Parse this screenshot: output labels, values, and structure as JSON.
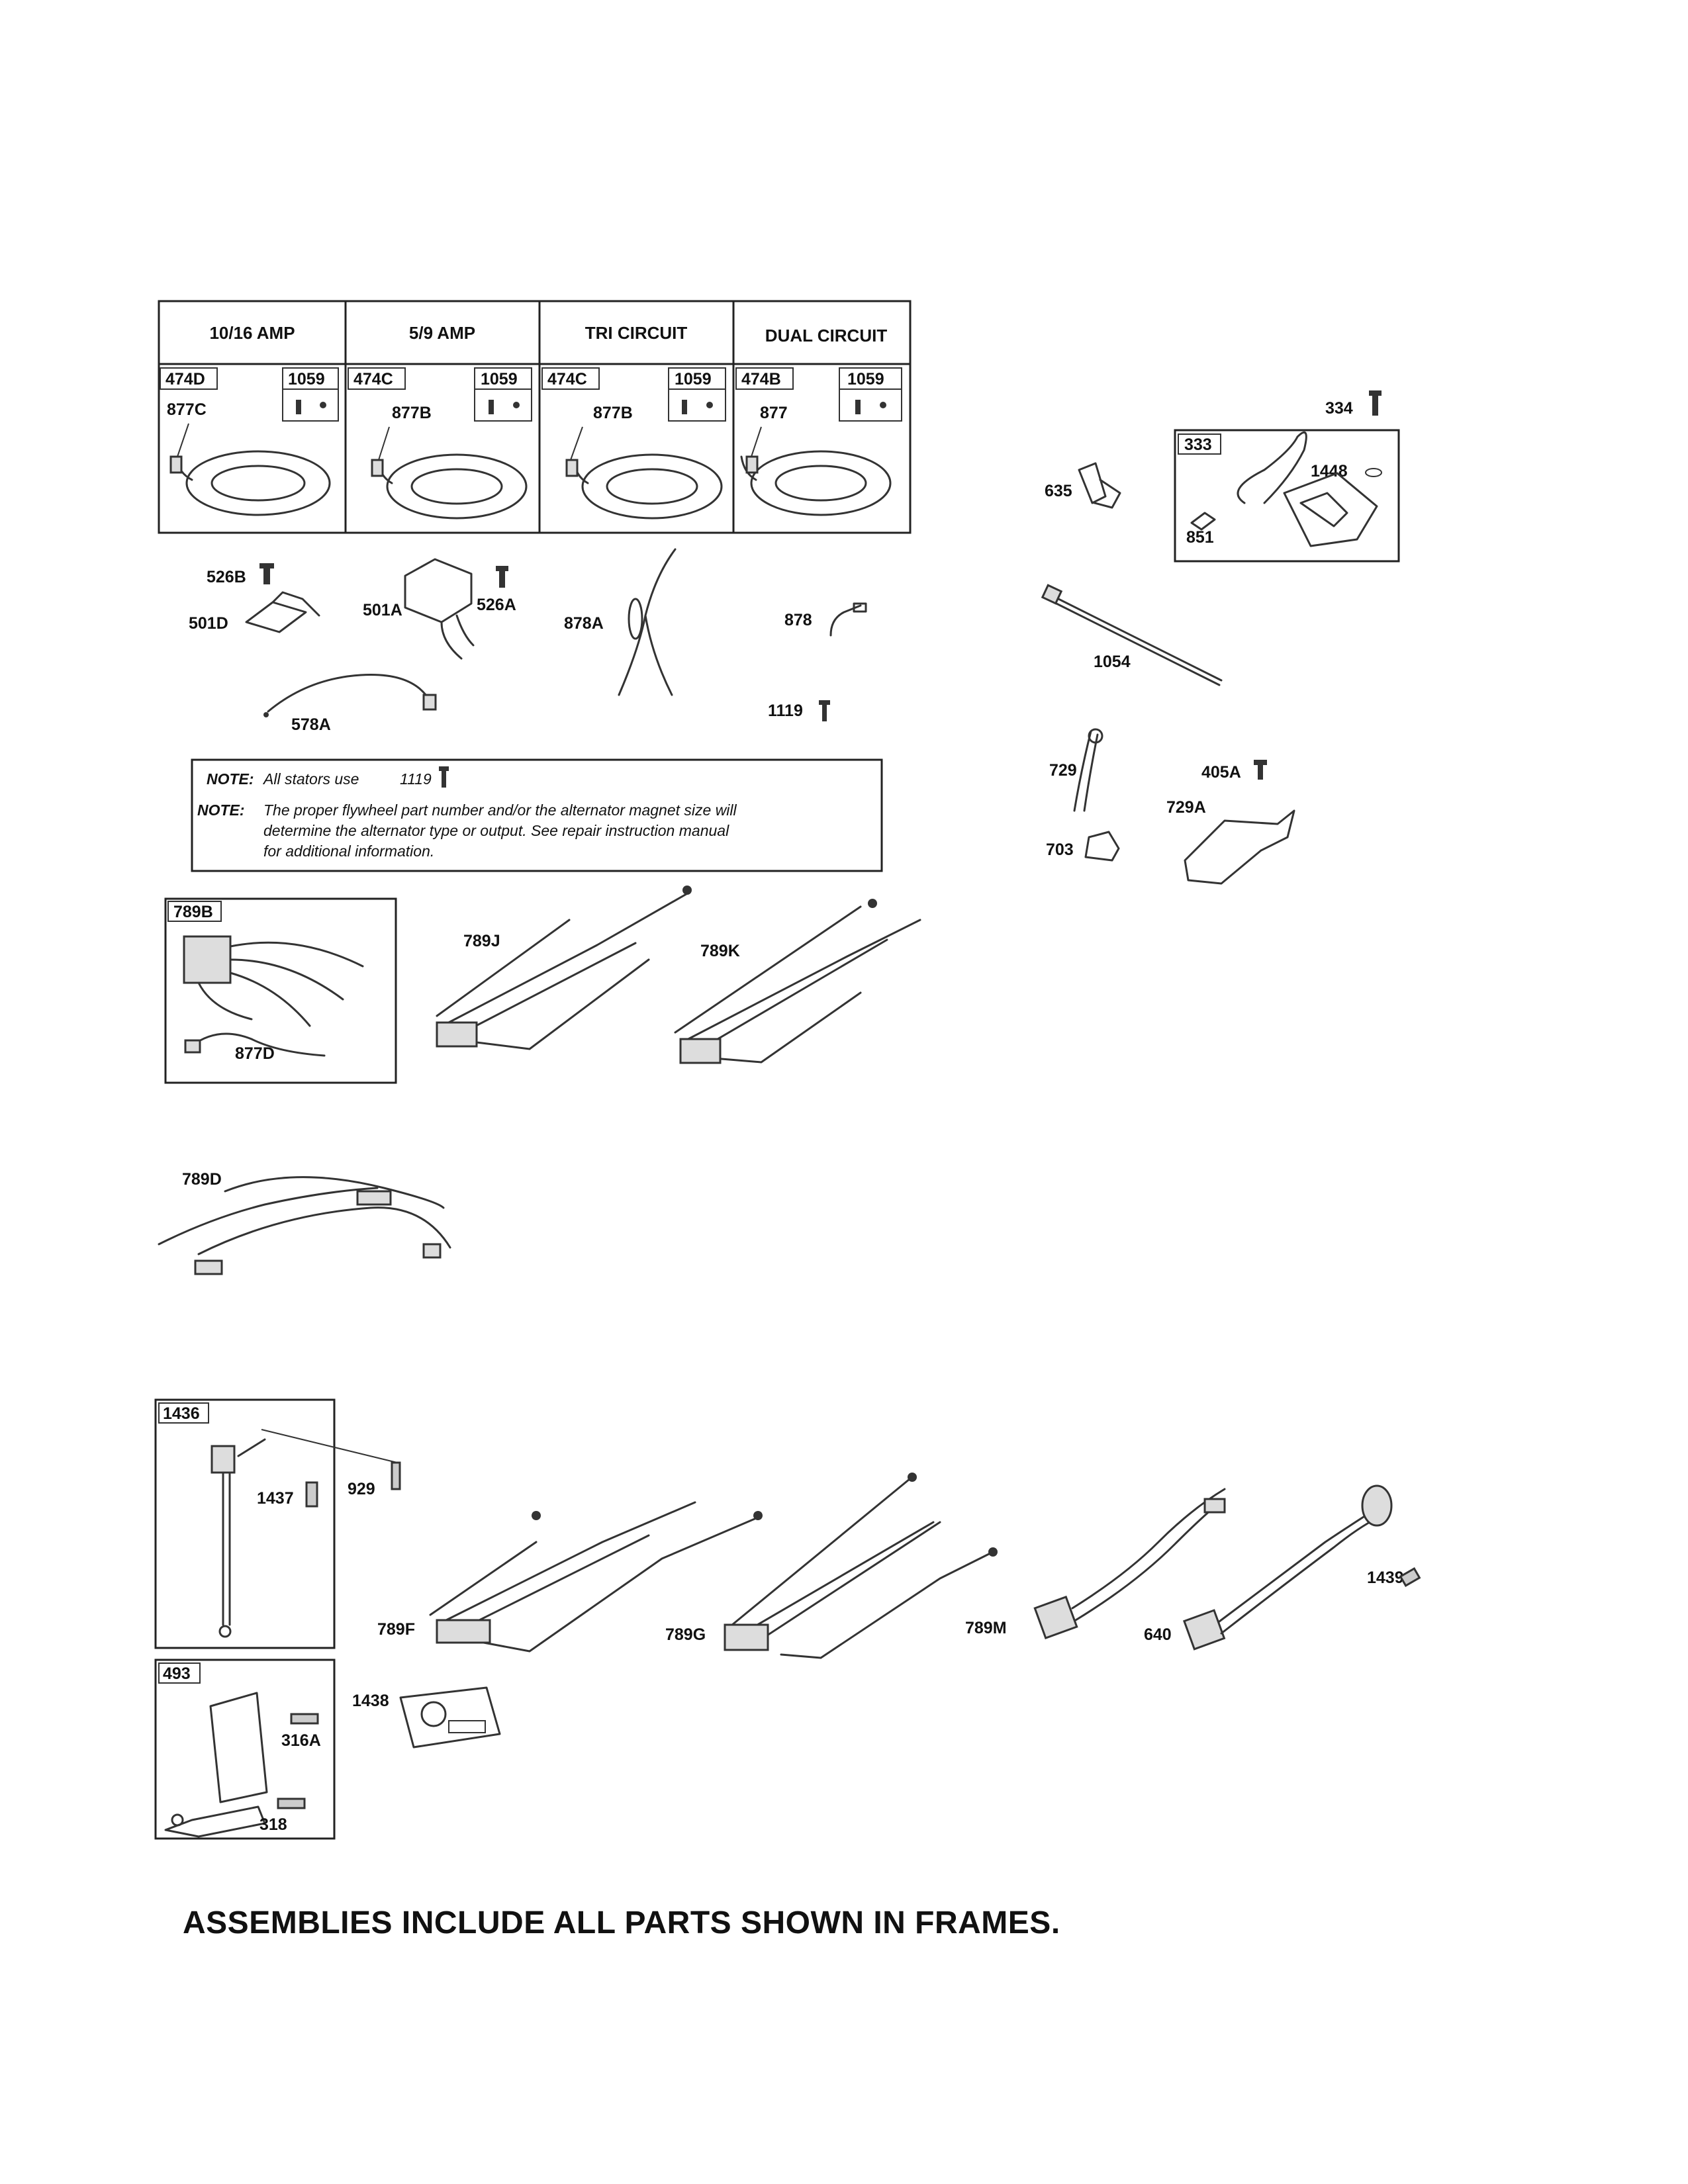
{
  "columns": [
    {
      "title": "10/16 AMP",
      "stator": "474D",
      "screws": "1059",
      "wire": "877C"
    },
    {
      "title": "5/9 AMP",
      "stator": "474C",
      "screws": "1059",
      "wire": "877B"
    },
    {
      "title": "TRI CIRCUIT",
      "stator": "474C",
      "screws": "1059",
      "wire": "877B"
    },
    {
      "title": "DUAL CIRCUIT",
      "stator": "474B",
      "screws": "1059",
      "wire": "877"
    }
  ],
  "labels": {
    "p334": "334",
    "p333": "333",
    "p1448": "1448",
    "p635": "635",
    "p851": "851",
    "p526B": "526B",
    "p501D": "501D",
    "p501A": "501A",
    "p526A": "526A",
    "p878A": "878A",
    "p878": "878",
    "p578A": "578A",
    "p1119": "1119",
    "p1054": "1054",
    "p729": "729",
    "p405A": "405A",
    "p729A": "729A",
    "p703": "703",
    "p789B": "789B",
    "p877D": "877D",
    "p789J": "789J",
    "p789K": "789K",
    "p789D": "789D",
    "p1436": "1436",
    "p1437": "1437",
    "p929": "929",
    "p493": "493",
    "p316A": "316A",
    "p318": "318",
    "p1438": "1438",
    "p789F": "789F",
    "p789G": "789G",
    "p789M": "789M",
    "p640": "640",
    "p1439": "1439"
  },
  "note": {
    "prefix1": "NOTE:",
    "line1": "All stators use",
    "line1_part": "1119",
    "prefix2": "NOTE:",
    "line2": "The proper flywheel part number and/or the alternator magnet size will",
    "line3": "determine the alternator type or output. See repair instruction manual",
    "line4": "for additional information."
  },
  "footer": "ASSEMBLIES INCLUDE ALL PARTS SHOWN IN FRAMES."
}
